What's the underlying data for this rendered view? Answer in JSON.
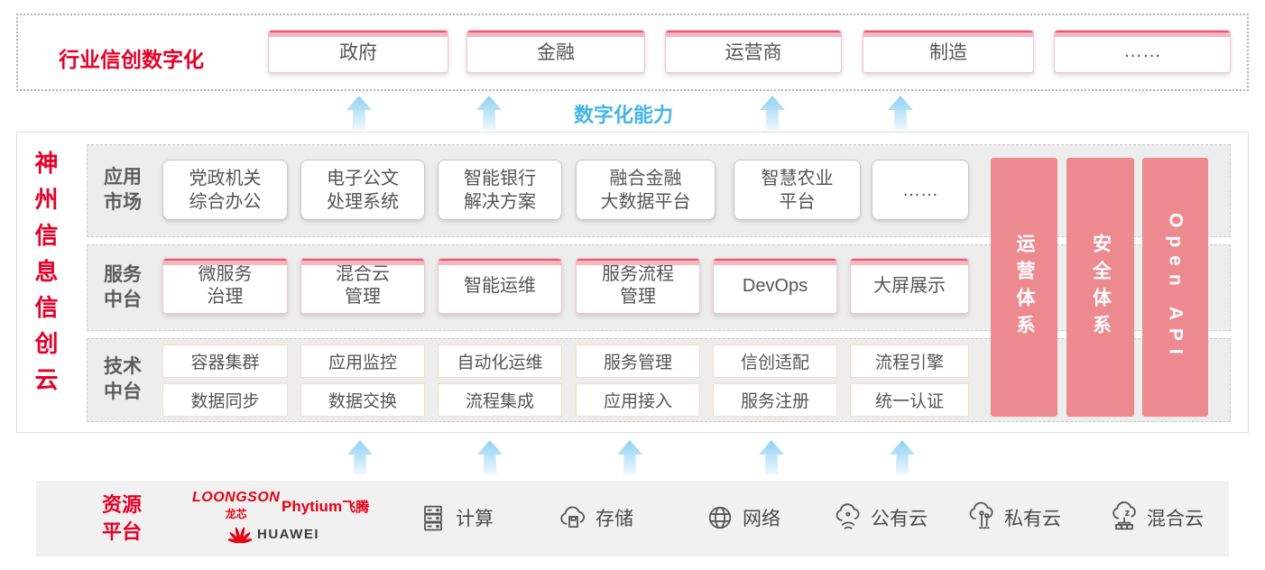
{
  "colors": {
    "brand_red": "#e60027",
    "pink_bar": "#ec8a90",
    "capability_blue": "#45b4e8",
    "box_border_pink": "#f6c2cc",
    "gray_row": "#ededed"
  },
  "top_banner": {
    "title": "行业信创数字化",
    "industries": [
      "政府",
      "金融",
      "运营商",
      "制造",
      "……"
    ]
  },
  "capability_label": "数字化能力",
  "platform": {
    "vertical_title": "神州信息信创云",
    "app_row": {
      "label": "应用\n市场",
      "items": [
        "党政机关\n综合办公",
        "电子公文\n处理系统",
        "智能银行\n解决方案",
        "融合金融\n大数据平台",
        "智慧农业\n平台",
        "……"
      ]
    },
    "service_row": {
      "label": "服务\n中台",
      "items": [
        "微服务\n治理",
        "混合云\n管理",
        "智能运维",
        "服务流程\n管理",
        "DevOps",
        "大屏展示"
      ]
    },
    "tech_row": {
      "label": "技术\n中台",
      "row1": [
        "容器集群",
        "应用监控",
        "自动化运维",
        "服务管理",
        "信创适配",
        "流程引擎"
      ],
      "row2": [
        "数据同步",
        "数据交换",
        "流程集成",
        "应用接入",
        "服务注册",
        "统一认证"
      ]
    },
    "side_bars": [
      "运营体系",
      "安全体系",
      "Open API"
    ]
  },
  "resource_platform": {
    "label": "资源\n平台",
    "vendors": {
      "loongson": {
        "name": "LOONGSON",
        "sub": "龙芯"
      },
      "phytium": {
        "name": "Phytium",
        "sub": "飞腾"
      },
      "huawei": {
        "name": "HUAWEI"
      }
    },
    "resources": [
      {
        "icon": "compute-server-icon",
        "label": "计算"
      },
      {
        "icon": "storage-cloud-icon",
        "label": "存储"
      },
      {
        "icon": "network-globe-icon",
        "label": "网络"
      },
      {
        "icon": "public-cloud-icon",
        "label": "公有云"
      },
      {
        "icon": "private-cloud-icon",
        "label": "私有云"
      },
      {
        "icon": "hybrid-cloud-icon",
        "label": "混合云"
      }
    ]
  }
}
